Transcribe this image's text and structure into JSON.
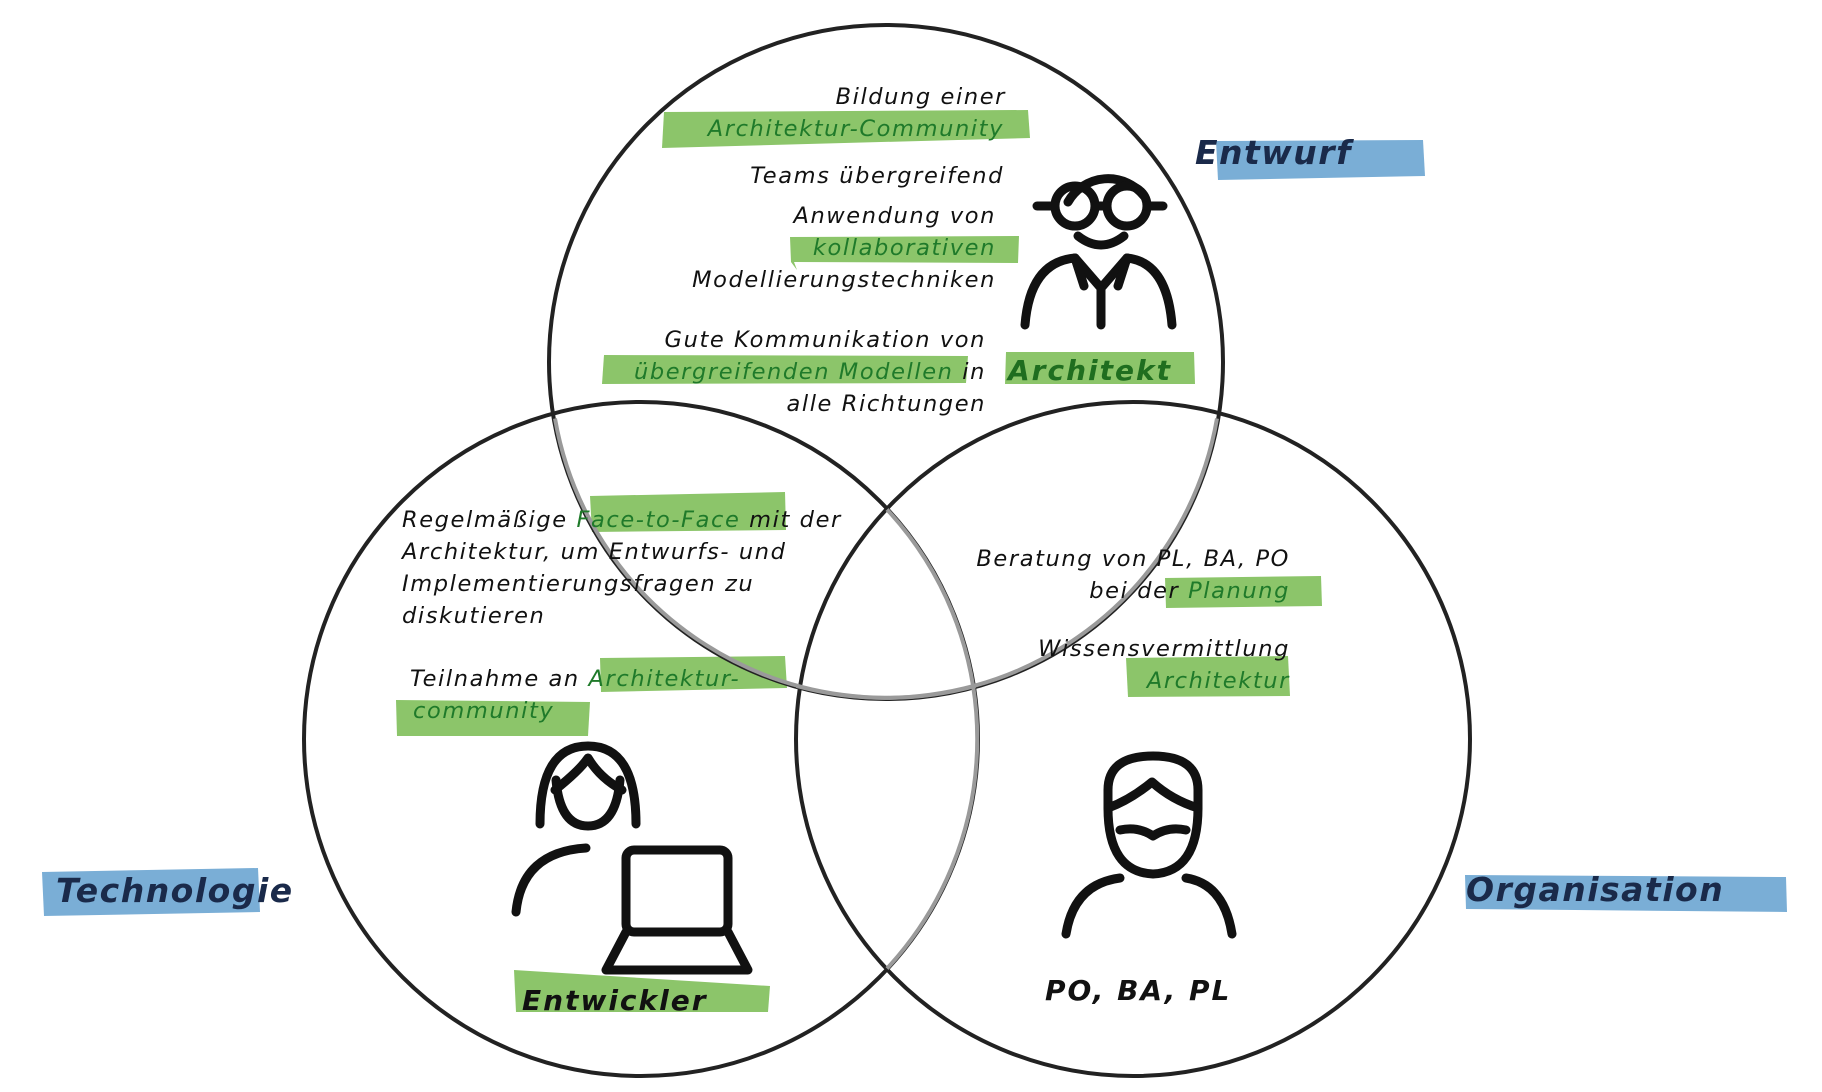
{
  "colors": {
    "highlight_green": "#8cc56a",
    "highlight_blue": "#7aaed6",
    "text_green": "#1f7a2a",
    "stroke": "#111111"
  },
  "dimensions": {
    "entwurf": "Entwurf",
    "technologie": "Technologie",
    "organisation": "Organisation"
  },
  "roles": {
    "architekt": "Architekt",
    "entwickler": "Entwickler",
    "po_ba_pl": "PO, BA, PL"
  },
  "icons": {
    "architect": "architect-glasses-person-icon",
    "developer": "developer-laptop-person-icon",
    "product_owner": "bearded-person-icon"
  },
  "architect_notes": {
    "community_line1": "Bildung einer",
    "community_line2": "Architektur-Community",
    "teams": "Teams übergreifend",
    "collab_line1": "Anwendung von",
    "collab_line2": "kollaborativen",
    "collab_line3": "Modellierungstechniken",
    "comm_line1": "Gute Kommunikation von",
    "comm_line2_hl": "übergreifenden Modellen",
    "comm_line2_rest": " in",
    "comm_line3": "alle Richtungen"
  },
  "developer_notes": {
    "f2f_pre": "Regelmäßige ",
    "f2f_hl": "Face-to-Face",
    "f2f_post": " mit der",
    "line2": "Architektur, um Entwurfs- und",
    "line3": "Implementierungsfragen zu",
    "line4": "diskutieren",
    "part_pre": "Teilnahme an ",
    "part_hl": "Architektur-",
    "part_line2": "community"
  },
  "org_notes": {
    "line1": "Beratung von PL, BA, PO",
    "line2_pre": "bei der ",
    "line2_hl": "Planung",
    "line3": "Wissensvermittlung",
    "line4": "Architektur"
  }
}
